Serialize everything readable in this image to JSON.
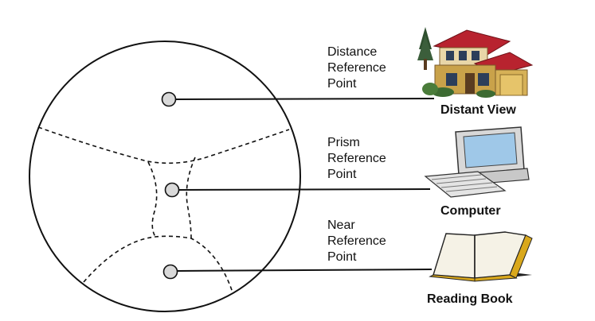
{
  "points": [
    {
      "label_lines": [
        "Distance",
        "Reference",
        "Point"
      ],
      "caption": "Distant View",
      "icon": "house-icon"
    },
    {
      "label_lines": [
        "Prism",
        "Reference",
        "Point"
      ],
      "caption": "Computer",
      "icon": "computer-icon"
    },
    {
      "label_lines": [
        "Near",
        "Reference",
        "Point"
      ],
      "caption": "Reading Book",
      "icon": "book-icon"
    }
  ],
  "colors": {
    "dot_fill": "#d9d9d9",
    "line": "#111111",
    "house_roof": "#b8232f",
    "house_wall": "#c9a24a",
    "book_gold": "#d9a81c"
  }
}
